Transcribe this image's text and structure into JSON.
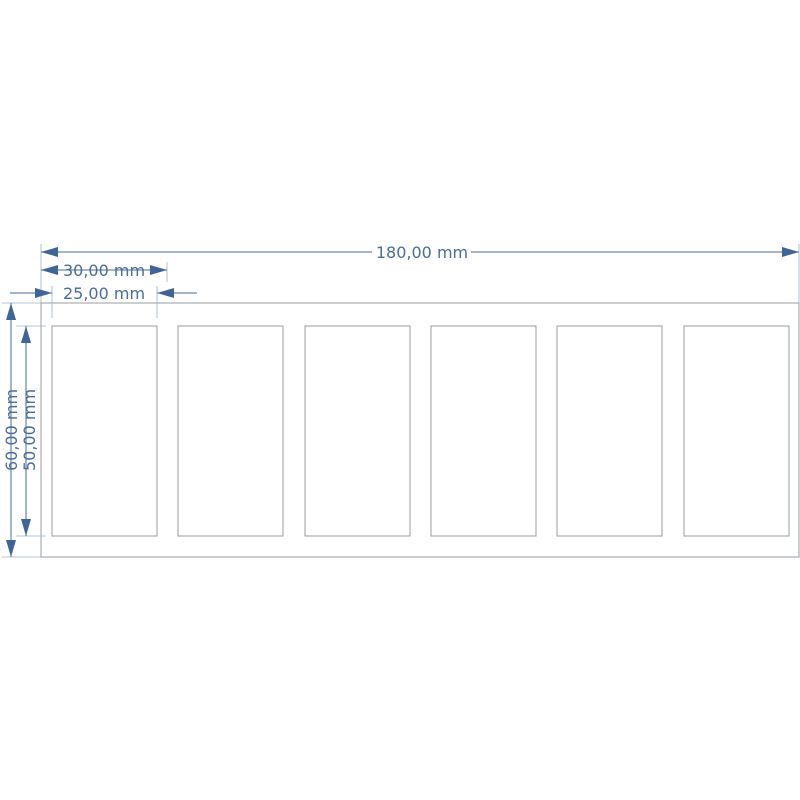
{
  "drawing": {
    "units": "mm",
    "plate": {
      "width_mm": 180,
      "height_mm": 60
    },
    "cutouts": {
      "count": 6,
      "width_mm": 25,
      "height_mm": 50
    },
    "dimensions": {
      "overall_width_label": "180,00 mm",
      "pitch_label": "30,00 mm",
      "cutout_width_label": "25,00 mm",
      "overall_height_label": "60,00 mm",
      "cutout_height_label": "50,00 mm"
    },
    "colors": {
      "dimension": "#4a6d9a",
      "outline": "#9a9fa6"
    }
  }
}
